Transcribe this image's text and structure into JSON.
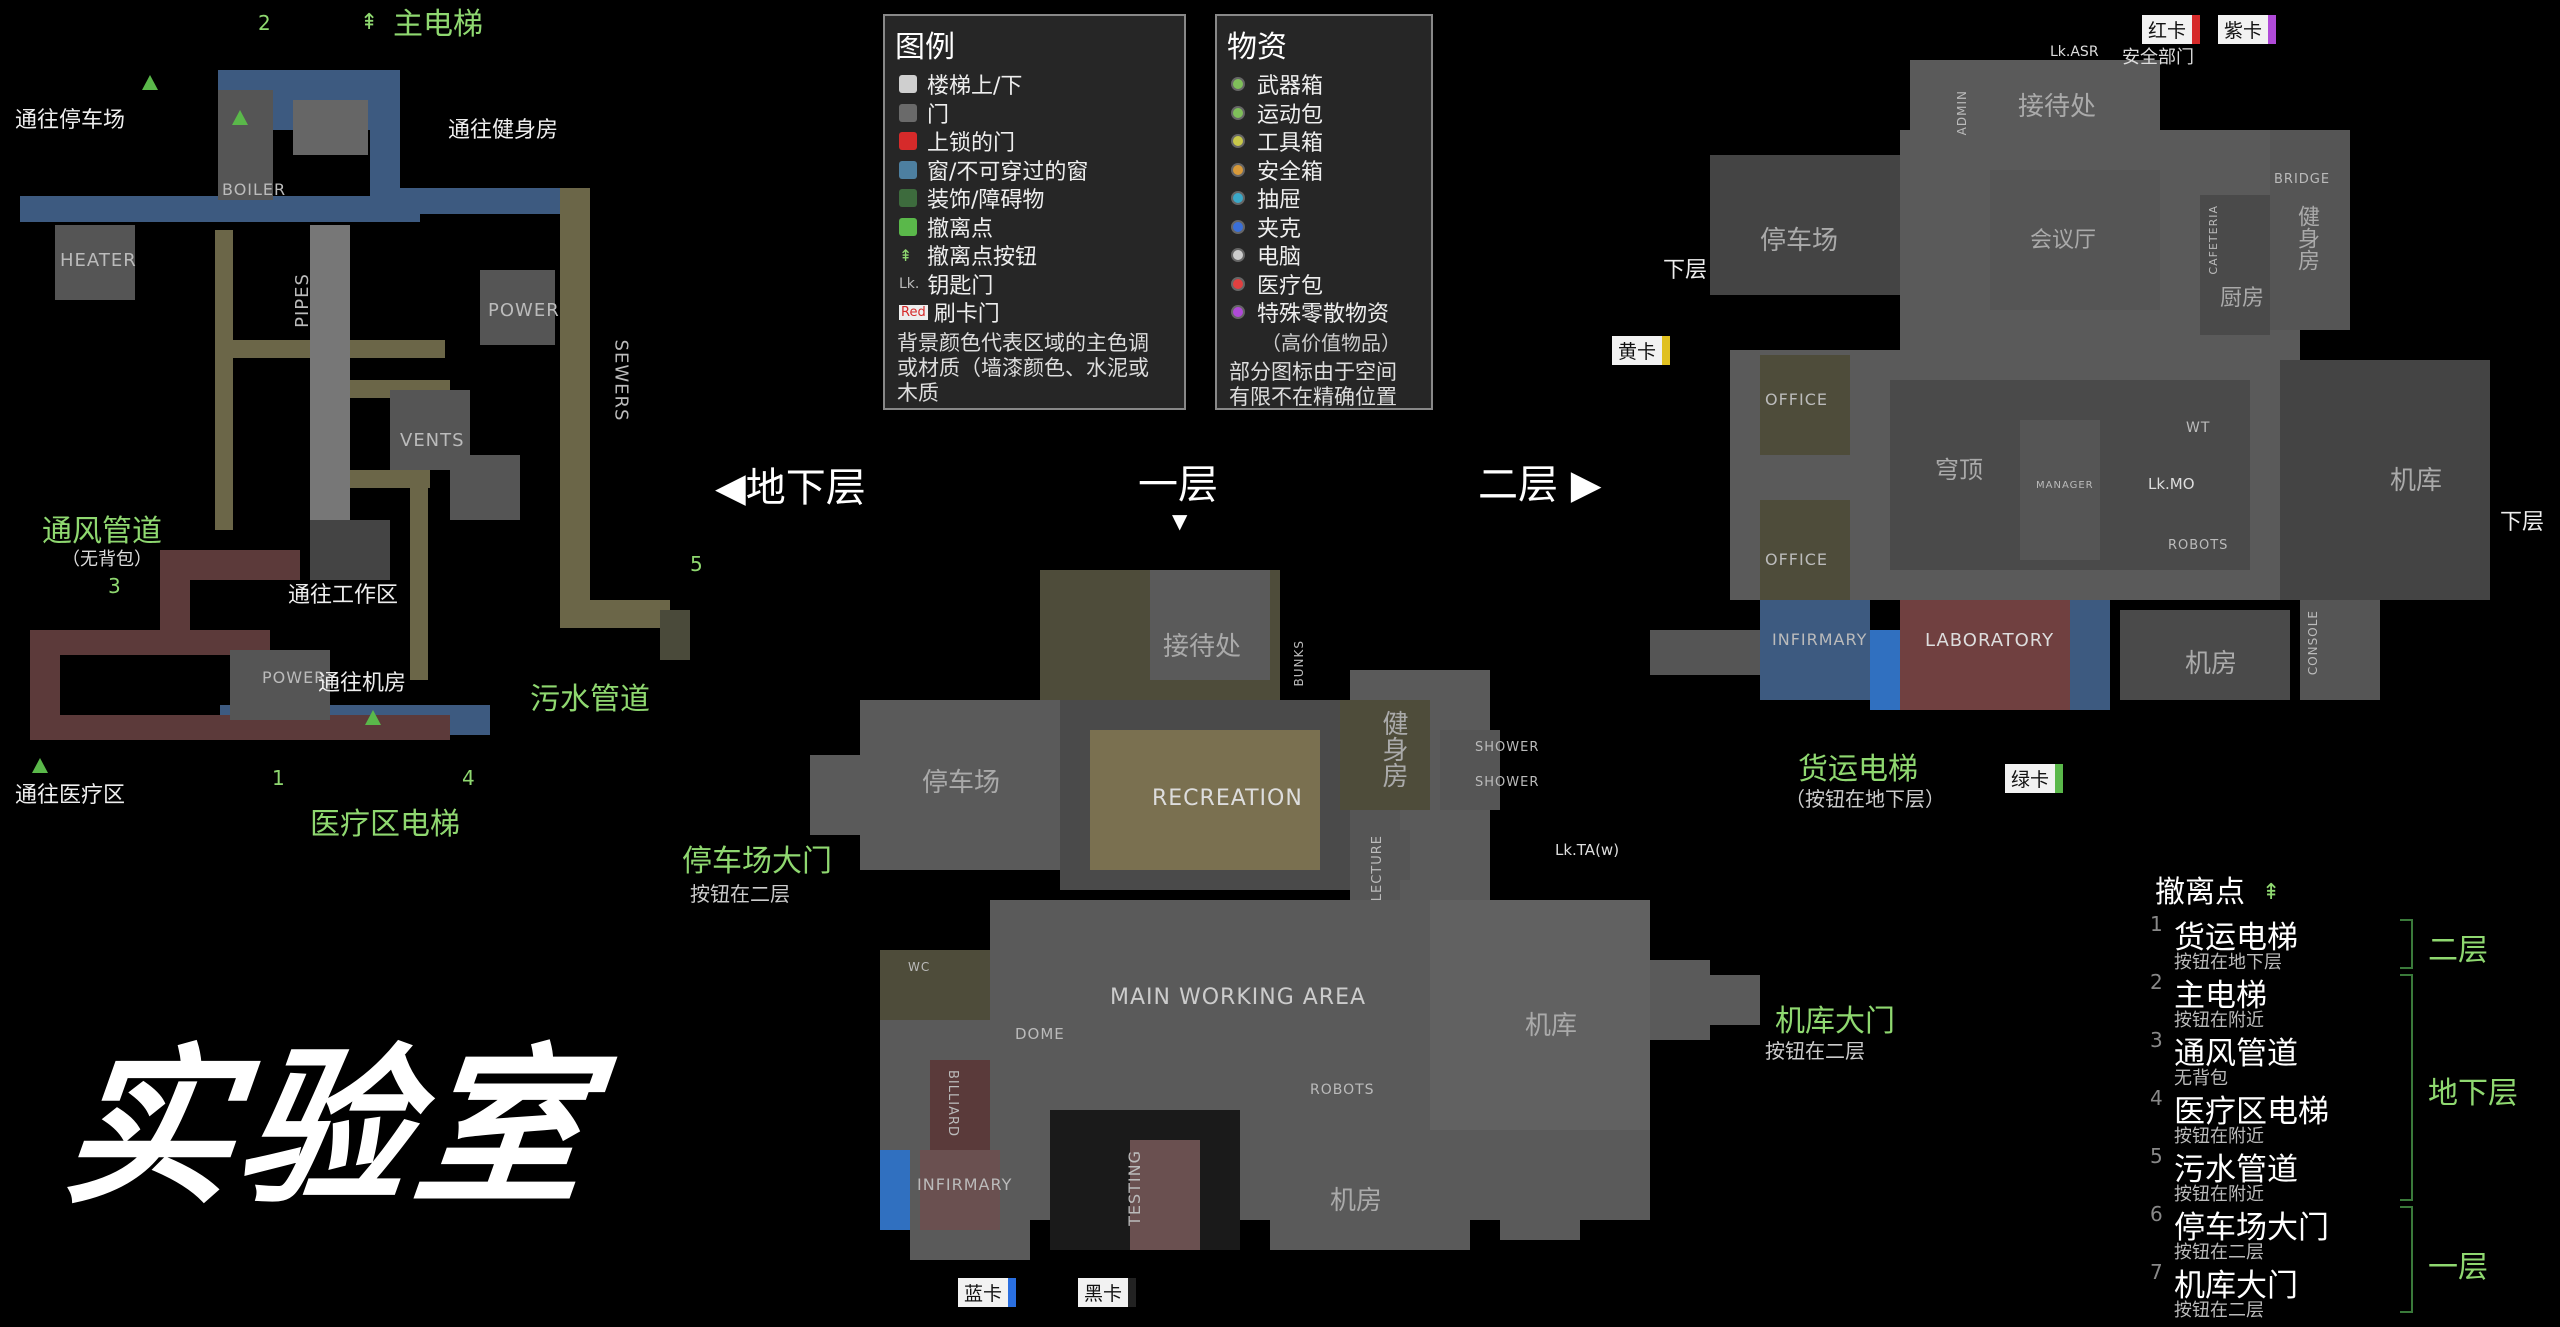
{
  "title": "实验室",
  "floors": {
    "basement": "◀地下层",
    "first": "一层",
    "second": "二层 ▶"
  },
  "legend": {
    "heading": "图例",
    "items": [
      {
        "label": "楼梯上/下",
        "icon": "stairs-icon",
        "color": "#cfcfcf"
      },
      {
        "label": "门",
        "icon": "door-icon",
        "color": "#9a9a9a"
      },
      {
        "label": "上锁的门",
        "icon": "locked-door-icon",
        "color": "#d62a2a"
      },
      {
        "label": "窗/不可穿过的窗",
        "icon": "window-icon",
        "color": "#4d7fa0"
      },
      {
        "label": "装饰/障碍物",
        "icon": "obstacle-icon",
        "color": "#3d6b3d"
      },
      {
        "label": "撤离点",
        "icon": "exit-icon",
        "color": "#5ab84a"
      },
      {
        "label": "撤离点按钮",
        "icon": "exit-button-icon",
        "color": "#8fd870"
      },
      {
        "label": "钥匙门",
        "icon": "key-door-icon",
        "color": "#bbbbbb"
      },
      {
        "label": "刷卡门",
        "icon": "card-door-icon",
        "color": "#d62a2a"
      }
    ],
    "key_prefix": "Lk.",
    "card_prefix": "Red",
    "note": "背景颜色代表区域的主色调\n或材质（墙漆颜色、水泥或\n木质"
  },
  "loot": {
    "heading": "物资",
    "items": [
      {
        "label": "武器箱",
        "color": "#7fbf5a"
      },
      {
        "label": "运动包",
        "color": "#7fbf5a"
      },
      {
        "label": "工具箱",
        "color": "#c8c84a"
      },
      {
        "label": "安全箱",
        "color": "#d89a3a"
      },
      {
        "label": "抽屉",
        "color": "#3aa8c8"
      },
      {
        "label": "夹克",
        "color": "#3a6fd8"
      },
      {
        "label": "电脑",
        "color": "#cccccc"
      },
      {
        "label": "医疗包",
        "color": "#e04040"
      },
      {
        "label": "特殊零散物资",
        "color": "#b04ad8"
      }
    ],
    "special_note": "（高价值物品）",
    "note": "部分图标由于空间\n有限不在精确位置"
  },
  "basement": {
    "rooms": {
      "boiler": "BOILER",
      "heater": "HEATER",
      "pipes": "PIPES",
      "power": "POWER",
      "vents": "VENTS",
      "sewers": "SEWERS",
      "power2": "POWER"
    },
    "labels": {
      "main_elevator": "主电梯",
      "to_parking": "通往停车场",
      "to_gym": "通往健身房",
      "vent_duct": "通风管道",
      "no_backpack": "（无背包）",
      "to_workzone": "通往工作区",
      "to_machine": "通往机房",
      "to_medical": "通往医疗区",
      "medical_elevator": "医疗区电梯",
      "sewer_pipe": "污水管道"
    },
    "markers": {
      "m1": "1",
      "m2": "2",
      "m3": "3",
      "m4": "4",
      "m5": "5"
    }
  },
  "first": {
    "rooms": {
      "reception": "接待处",
      "gym": "健身房",
      "parking": "停车场",
      "recreation": "RECREATION",
      "main": "MAIN WORKING AREA",
      "hangar": "机库",
      "dome": "DOME",
      "robots": "ROBOTS",
      "machine": "机房",
      "infirmary": "INFIRMARY",
      "testing": "TESTING",
      "billiard": "BILLIARD",
      "lecture": "LECTURE",
      "shower1": "SHOWER",
      "shower2": "SHOWER",
      "bunks": "BUNKS",
      "wc": "WC"
    },
    "labels": {
      "parking_gate": "停车场大门",
      "parking_gate_note": "按钮在二层",
      "hangar_gate": "机库大门",
      "hangar_gate_note": "按钮在二层",
      "key_ta": "Lk.TA(w)",
      "blue_card": "蓝卡",
      "black_card": "黑卡"
    }
  },
  "second": {
    "rooms": {
      "reception": "接待处",
      "parking": "停车场",
      "meeting": "会议厅",
      "kitchen": "厨房",
      "gym": "健身房",
      "dome": "穹顶",
      "hangar": "机库",
      "machine": "机房",
      "office1": "OFFICE",
      "office2": "OFFICE",
      "infirmary": "INFIRMARY",
      "laboratory": "LABORATORY",
      "cafeteria": "CAFETERIA",
      "bridge": "BRIDGE",
      "manager": "MANAGER",
      "wt": "WT",
      "robots": "ROBOTS",
      "console": "CONSOLE",
      "admin": "ADMIN"
    },
    "labels": {
      "key_asr": "Lk.ASR",
      "security": "安全部门",
      "red_card": "红卡",
      "purple_card": "紫卡",
      "yellow_card": "黄卡",
      "green_card": "绿卡",
      "key_mo": "Lk.MO",
      "downstairs": "下层",
      "downstairs2": "下层",
      "cargo_elevator": "货运电梯",
      "cargo_note": "（按钮在地下层）"
    }
  },
  "exits": {
    "heading": "撤离点",
    "items": [
      {
        "num": "1",
        "name": "货运电梯",
        "note": "按钮在地下层"
      },
      {
        "num": "2",
        "name": "主电梯",
        "note": "按钮在附近"
      },
      {
        "num": "3",
        "name": "通风管道",
        "note": "无背包"
      },
      {
        "num": "4",
        "name": "医疗区电梯",
        "note": "按钮在附近"
      },
      {
        "num": "5",
        "name": "污水管道",
        "note": "按钮在附近"
      },
      {
        "num": "6",
        "name": "停车场大门",
        "note": "按钮在二层"
      },
      {
        "num": "7",
        "name": "机库大门",
        "note": "按钮在二层"
      }
    ],
    "tiers": {
      "second": "二层",
      "basement": "地下层",
      "first": "一层"
    }
  }
}
